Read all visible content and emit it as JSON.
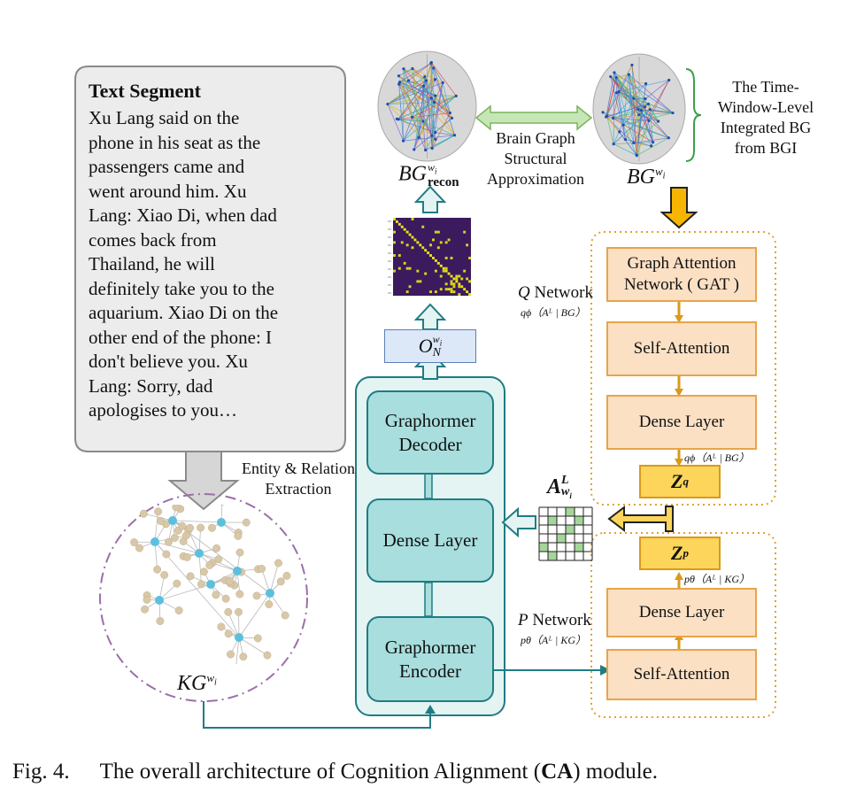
{
  "text_segment": {
    "title": "Text Segment",
    "lines": [
      "Xu Lang said on the",
      "phone in his seat as the",
      "passengers came and",
      "went around him. Xu",
      "Lang: Xiao Di, when dad",
      "comes back from",
      "Thailand, he will",
      "definitely take you to the",
      "aquarium. Xiao Di on the",
      "other end of the phone: I",
      "don't believe you. Xu",
      "Lang: Sorry, dad",
      "apologises to you…"
    ]
  },
  "extraction_label": [
    "Entity & Relation",
    "Extraction"
  ],
  "kg_label": {
    "main": "KG",
    "sup": "w",
    "sub": "i"
  },
  "brain": {
    "recon_label": {
      "main": "BG",
      "sup": "w",
      "sub": "i",
      "lower": "recon"
    },
    "bg_label": {
      "main": "BG",
      "sup": "w",
      "sub": "i"
    },
    "approx_label": [
      "Brain Graph",
      "Structural",
      "Approximation"
    ],
    "integrated_label": [
      "The Time-",
      "Window-Level",
      "Integrated BG",
      "from BGI"
    ]
  },
  "output_label": {
    "main": "O",
    "sup": "w",
    "supsub": "i",
    "sub": "N"
  },
  "graphormer": {
    "decoder": [
      "Graphormer",
      "Decoder"
    ],
    "dense": "Dense Layer",
    "encoder": [
      "Graphormer",
      "Encoder"
    ]
  },
  "adjacency_label": {
    "main": "A",
    "sup": "L",
    "sub": "w",
    "subsub": "i"
  },
  "q_network": {
    "title_var": "Q",
    "title": " Network",
    "dist": "qϕ（Aᴸ | BG）",
    "gat": [
      "Graph Attention",
      "Network ( GAT )"
    ],
    "self_attention": "Self-Attention",
    "dense": "Dense Layer",
    "out_dist": "qϕ（Aᴸ | BG）",
    "z": "Z",
    "z_sub": "q"
  },
  "p_network": {
    "title_var": "P",
    "title": " Network",
    "dist": "pθ（Aᴸ | KG）",
    "z": "Z",
    "z_sub": "p",
    "out_dist": "pθ（Aᴸ | KG）",
    "dense": "Dense Layer",
    "self_attention": "Self-Attention"
  },
  "caption": {
    "prefix": "Fig. 4.",
    "text": "The overall architecture of Cognition Alignment (",
    "bold": "CA",
    "suffix": ") module."
  },
  "colors": {
    "teal_fill": "#a8dedd",
    "teal_border": "#1f7c84",
    "orange_fill": "#fbe0c4",
    "orange_border": "#e8a44a",
    "yellow": "#fcd55a",
    "kg_node": "#d9c8a8",
    "kg_hub": "#5bc0de",
    "arrow_green": "#c6e7b5"
  }
}
